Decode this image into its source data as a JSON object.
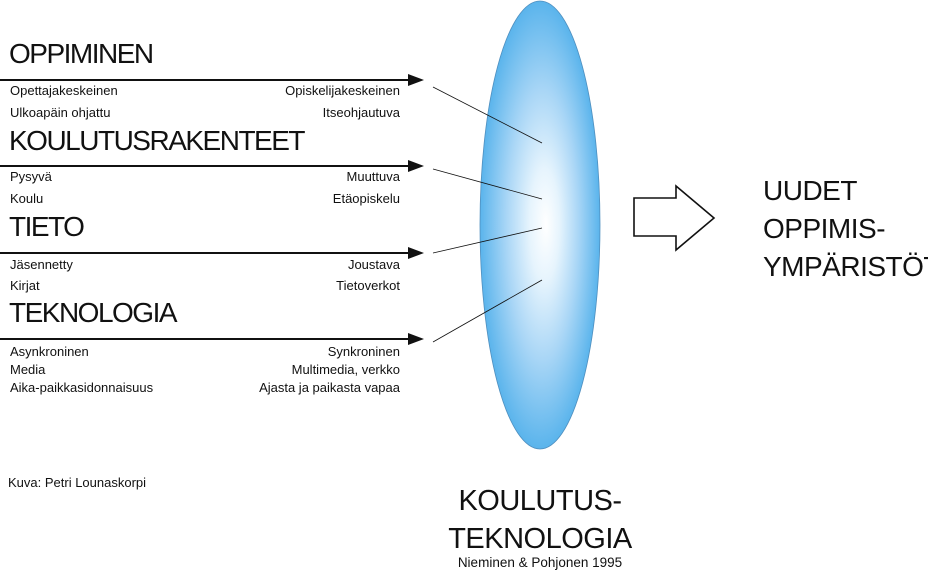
{
  "sections": [
    {
      "heading": "OPPIMINEN",
      "rows": [
        {
          "left": "Opettajakeskeinen",
          "right": "Opiskelijakeskeinen"
        },
        {
          "left": "Ulkoapäin ohjattu",
          "right": "Itseohjautuva"
        }
      ]
    },
    {
      "heading": "KOULUTUSRAKENTEET",
      "rows": [
        {
          "left": "Pysyvä",
          "right": "Muuttuva"
        },
        {
          "left": "Koulu",
          "right": "Etäopiskelu"
        }
      ]
    },
    {
      "heading": "TIETO",
      "rows": [
        {
          "left": "Jäsennetty",
          "right": "Joustava"
        },
        {
          "left": "Kirjat",
          "right": "Tietoverkot"
        }
      ]
    },
    {
      "heading": "TEKNOLOGIA",
      "rows": [
        {
          "left": "Asynkroninen",
          "right": "Synkroninen"
        },
        {
          "left": "Media",
          "right": "Multimedia, verkko"
        },
        {
          "left": "Aika-paikkasidonnaisuus",
          "right": "Ajasta ja paikasta vapaa"
        }
      ]
    }
  ],
  "lens": {
    "label_line1": "KOULUTUS-",
    "label_line2": "TEKNOLOGIA",
    "citation": "Nieminen & Pohjonen 1995",
    "color_center": "#ffffff",
    "color_edge": "#55b2ec"
  },
  "outcome": {
    "line1": "UUDET",
    "line2": "OPPIMIS-",
    "line3": "YMPÄRISTÖT"
  },
  "credit": "Kuva: Petri Lounaskorpi"
}
